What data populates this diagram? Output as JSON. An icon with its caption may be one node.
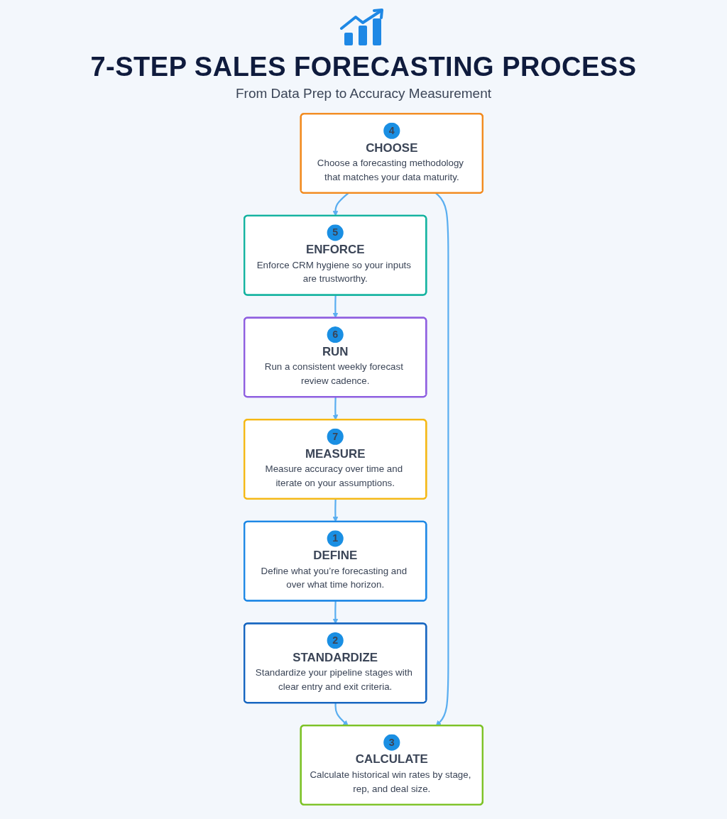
{
  "diagram": {
    "title": "7-STEP SALES FORECASTING PROCESS",
    "nodes": [
      {
        "text": [
          "1",
          "DEFINE",
          "Define what you’re forecasting and over what time horizon."
        ]
      },
      {
        "text": [
          "2",
          "STANDARDIZE",
          "Standardize your pipeline stages with clear entry and exit criteria."
        ]
      },
      {
        "text": [
          "3",
          "CALCULATE",
          "Calculate historical win rates by stage, rep, and deal size."
        ]
      },
      {
        "text": [
          "4",
          "CHOOSE",
          "Choose a forecasting methodology that matches your data maturity."
        ]
      },
      {
        "text": [
          "5",
          "ENFORCE",
          "Enforce CRM hygiene so your inputs are trustworthy."
        ]
      },
      {
        "text": [
          "6",
          "RUN",
          "Run a consistent weekly forecast review cadence."
        ]
      },
      {
        "text": [
          "7",
          "MEASURE",
          "Measure accuracy over time and iterate on your assumptions."
        ]
      }
    ],
    "edges": [
      {
        "from": 0,
        "to": 1,
        "arrow": "to"
      },
      {
        "from": 1,
        "to": 2,
        "arrow": "to"
      },
      {
        "from": 3,
        "to": 2,
        "arrow": "to"
      },
      {
        "from": 3,
        "to": 4,
        "arrow": "to"
      },
      {
        "from": 4,
        "to": 5,
        "arrow": "to"
      },
      {
        "from": 5,
        "to": 6,
        "arrow": "to"
      },
      {
        "from": 6,
        "to": 0,
        "arrow": "to"
      }
    ],
    "labels": [
      "From Data Prep to Accuracy Measurement"
    ]
  }
}
